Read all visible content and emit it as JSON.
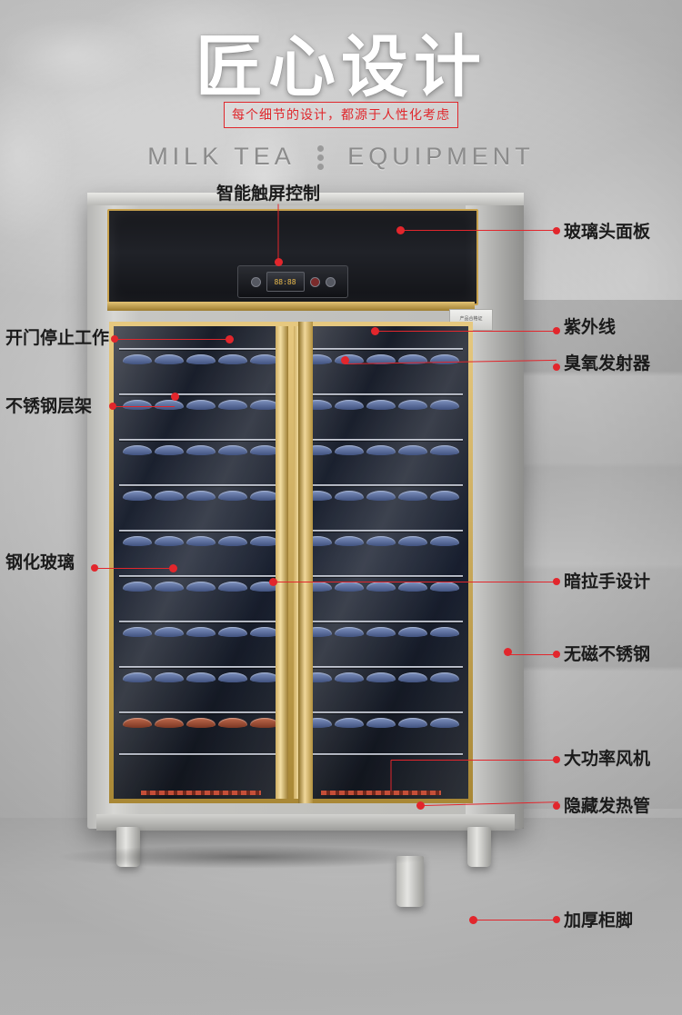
{
  "header": {
    "title_cn": "匠心设计",
    "subtitle_cn": "每个细节的设计，都源于人性化考虑",
    "brand_left": "MILK TEA",
    "brand_right": "EQUIPMENT"
  },
  "product": {
    "control_screen_text": "88:88",
    "certificate_label": "产品合格证"
  },
  "callouts": [
    {
      "id": "touch-control",
      "label": "智能触屏控制",
      "side": "top"
    },
    {
      "id": "glass-top-panel",
      "label": "玻璃头面板",
      "side": "right"
    },
    {
      "id": "uv-light",
      "label": "紫外线",
      "side": "right"
    },
    {
      "id": "ozone-emitter",
      "label": "臭氧发射器",
      "side": "right"
    },
    {
      "id": "door-stop",
      "label": "开门停止工作",
      "side": "left"
    },
    {
      "id": "steel-shelf",
      "label": "不锈钢层架",
      "side": "left"
    },
    {
      "id": "tempered-glass",
      "label": "钢化玻璃",
      "side": "left"
    },
    {
      "id": "hidden-handle",
      "label": "暗拉手设计",
      "side": "right"
    },
    {
      "id": "nonmagnetic",
      "label": "无磁不锈钢",
      "side": "right"
    },
    {
      "id": "high-power-fan",
      "label": "大功率风机",
      "side": "right"
    },
    {
      "id": "hidden-heater",
      "label": "隐藏发热管",
      "side": "right"
    },
    {
      "id": "thick-feet",
      "label": "加厚柜脚",
      "side": "right"
    }
  ],
  "colors": {
    "accent_red": "#e2262c",
    "gold": "#d8b763",
    "text_dark": "#1b1b1b",
    "brand_gray": "#8b8b8b"
  }
}
